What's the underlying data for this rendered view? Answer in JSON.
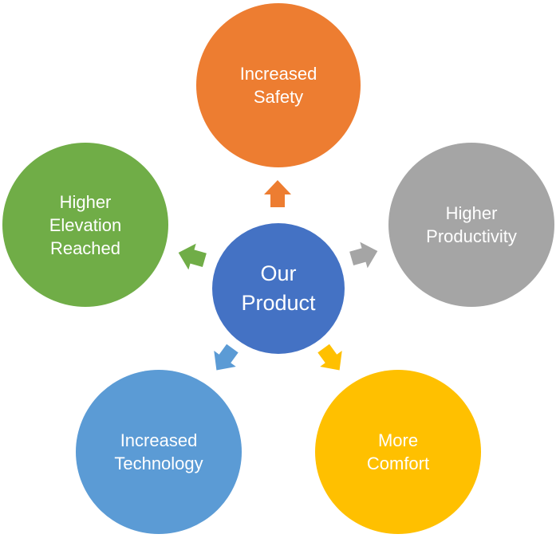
{
  "diagram": {
    "center": {
      "label": "Our\nProduct",
      "color": "#4472C4"
    },
    "nodes": [
      {
        "id": "top",
        "label": "Increased\nSafety",
        "color": "#ED7D31"
      },
      {
        "id": "right",
        "label": "Higher\nProductivity",
        "color": "#A5A5A5"
      },
      {
        "id": "bottom-right",
        "label": "More\nComfort",
        "color": "#FFC000"
      },
      {
        "id": "bottom-left",
        "label": "Increased\nTechnology",
        "color": "#5B9BD5"
      },
      {
        "id": "left",
        "label": "Higher\nElevation\nReached",
        "color": "#70AD47"
      }
    ]
  }
}
